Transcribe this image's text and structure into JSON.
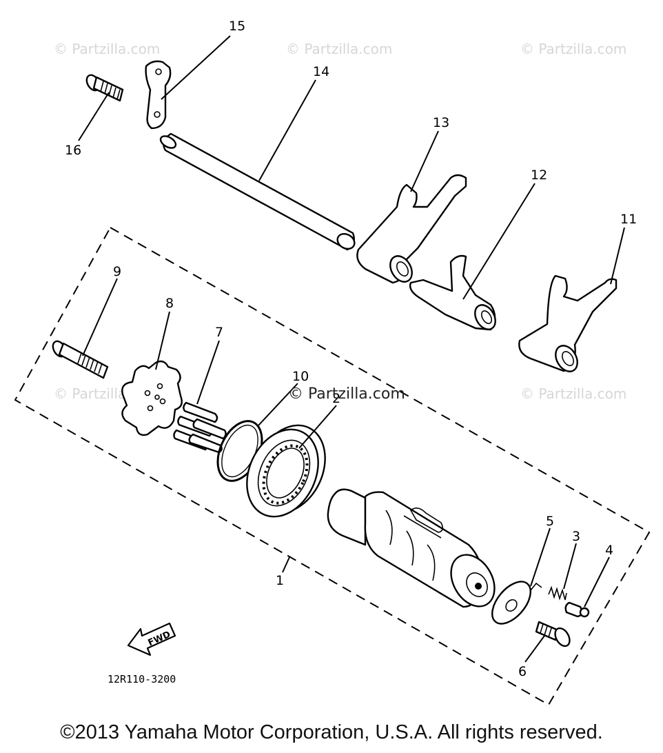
{
  "watermark": "© Partzilla.com",
  "center_watermark": "© Partzilla.com",
  "callouts": {
    "c1": "1",
    "c2": "2",
    "c3": "3",
    "c4": "4",
    "c5": "5",
    "c6": "6",
    "c7": "7",
    "c8": "8",
    "c9": "9",
    "c10": "10",
    "c11": "11",
    "c12": "12",
    "c13": "13",
    "c14": "14",
    "c15": "15",
    "c16": "16"
  },
  "diagram_code": "12R110-3200",
  "direction_arrow": "FWD",
  "copyright": "©2013 Yamaha Motor Corporation, U.S.A. All rights reserved."
}
